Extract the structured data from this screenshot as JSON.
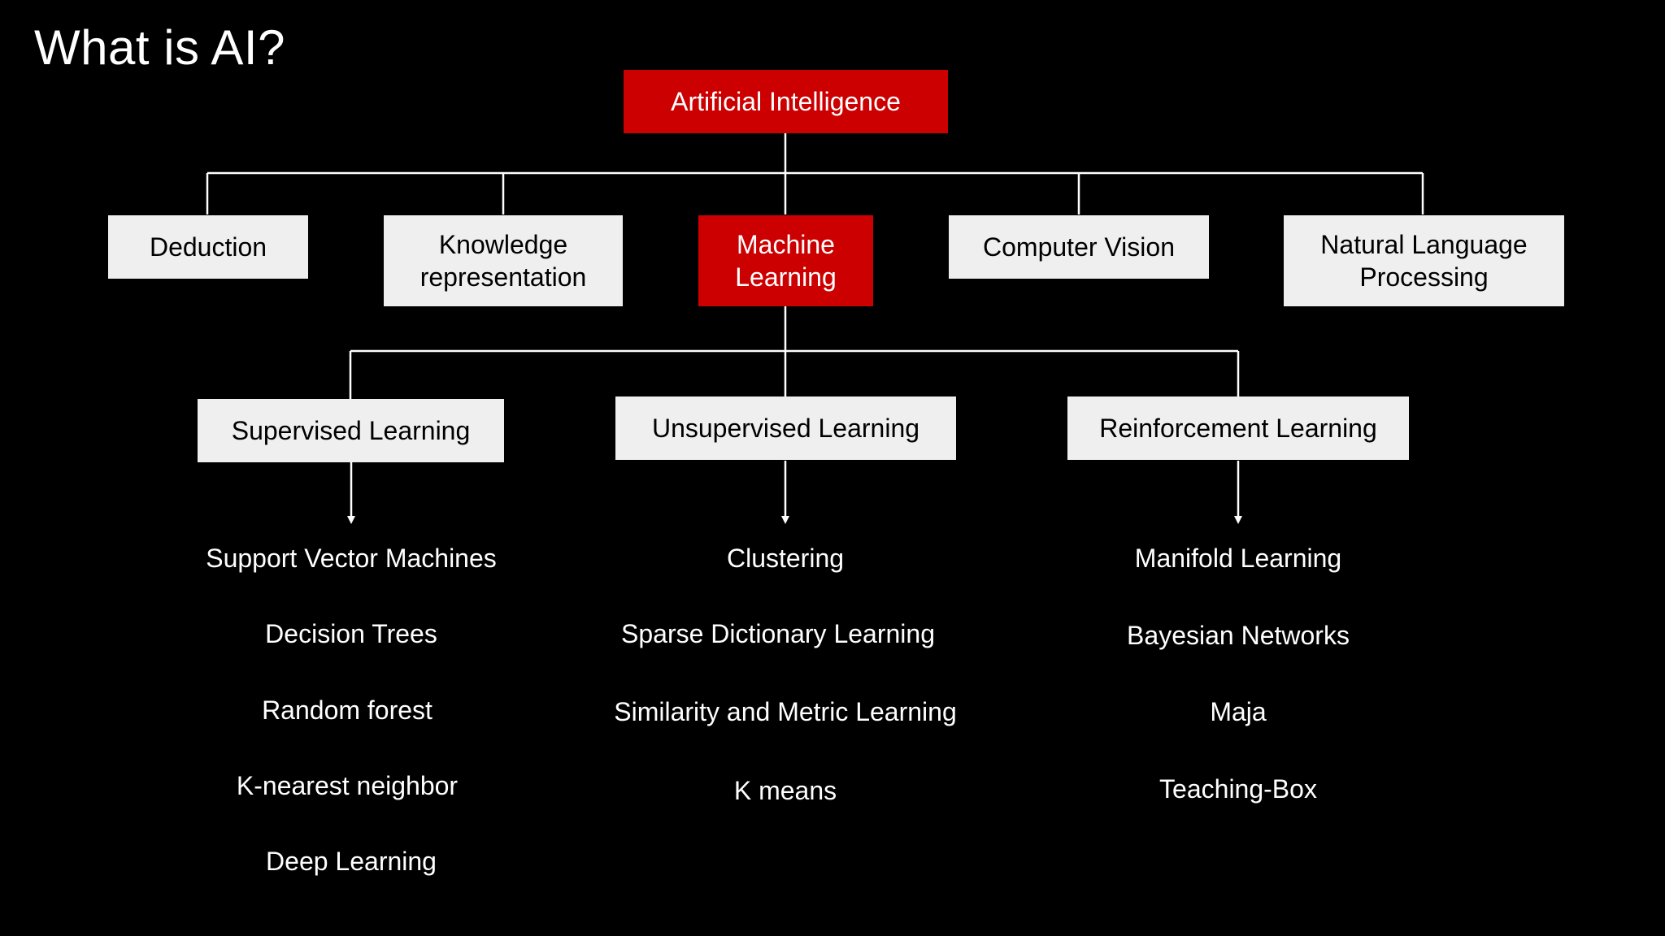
{
  "title": "What is AI?",
  "colors": {
    "background": "#000000",
    "highlight": "#cc0000",
    "box": "#efefef",
    "line": "#ffffff"
  },
  "root": {
    "label": "Artificial Intelligence"
  },
  "branches": [
    {
      "label_lines": [
        "Deduction"
      ]
    },
    {
      "label_lines": [
        "Knowledge",
        "representation"
      ]
    },
    {
      "label_lines": [
        "Machine",
        "Learning"
      ]
    },
    {
      "label_lines": [
        "Computer Vision"
      ]
    },
    {
      "label_lines": [
        "Natural Language",
        "Processing"
      ]
    }
  ],
  "learning_types": [
    {
      "label": "Supervised Learning",
      "examples": [
        "Support Vector Machines",
        "Decision Trees",
        "Random forest",
        "K-nearest neighbor",
        "Deep Learning"
      ]
    },
    {
      "label": "Unsupervised Learning",
      "examples": [
        "Clustering",
        "Sparse Dictionary Learning",
        "Similarity and Metric Learning",
        "K means"
      ]
    },
    {
      "label": "Reinforcement Learning",
      "examples": [
        "Manifold Learning",
        "Bayesian Networks",
        "Maja",
        "Teaching-Box"
      ]
    }
  ]
}
